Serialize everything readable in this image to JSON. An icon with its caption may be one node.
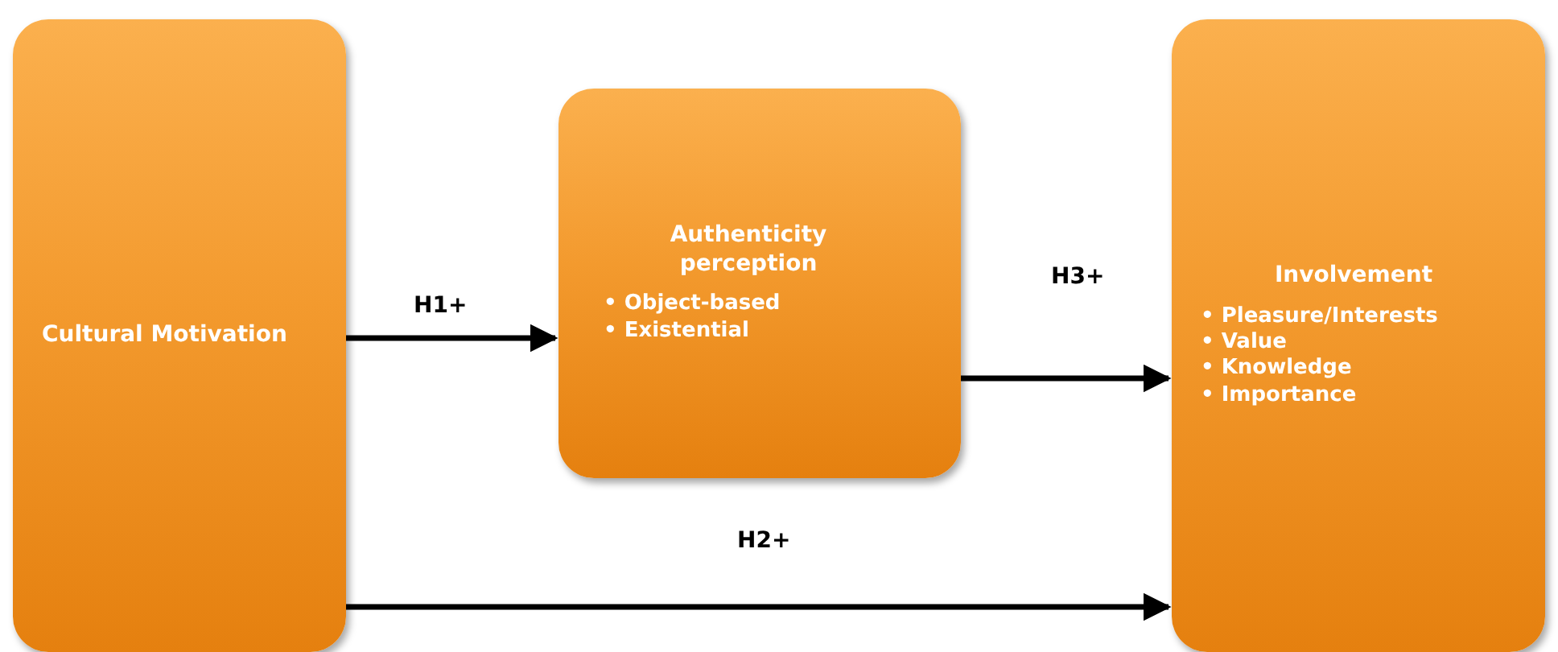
{
  "diagram": {
    "nodes": [
      {
        "text": [
          "Cultural Motivation"
        ]
      },
      {
        "text": [
          "Authenticity perception",
          "• Object-based",
          "• Existential"
        ]
      },
      {
        "text": [
          "Involvement",
          "• Pleasure/Interests",
          "• Value",
          "• Knowledge",
          "• Importance"
        ]
      }
    ],
    "edges": [
      {
        "from": 0,
        "to": 1,
        "arrow": "to",
        "label": "H1+"
      },
      {
        "from": 1,
        "to": 2,
        "arrow": "to",
        "label": "H3+"
      },
      {
        "from": 0,
        "to": 2,
        "arrow": "to",
        "label": "H2+"
      }
    ]
  }
}
